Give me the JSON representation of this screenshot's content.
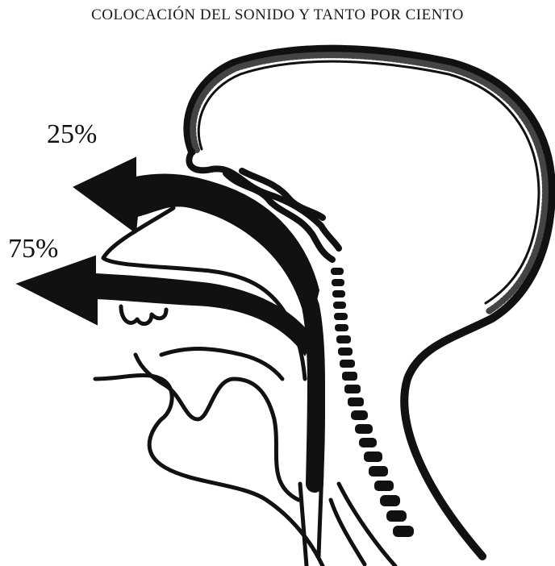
{
  "title": "COLOCACIÓN DEL SONIDO Y TANTO POR CIENTO",
  "labels": {
    "upper_percent": "25%",
    "lower_percent": "75%"
  },
  "colors": {
    "ink": "#111111",
    "background": "#ffffff"
  }
}
